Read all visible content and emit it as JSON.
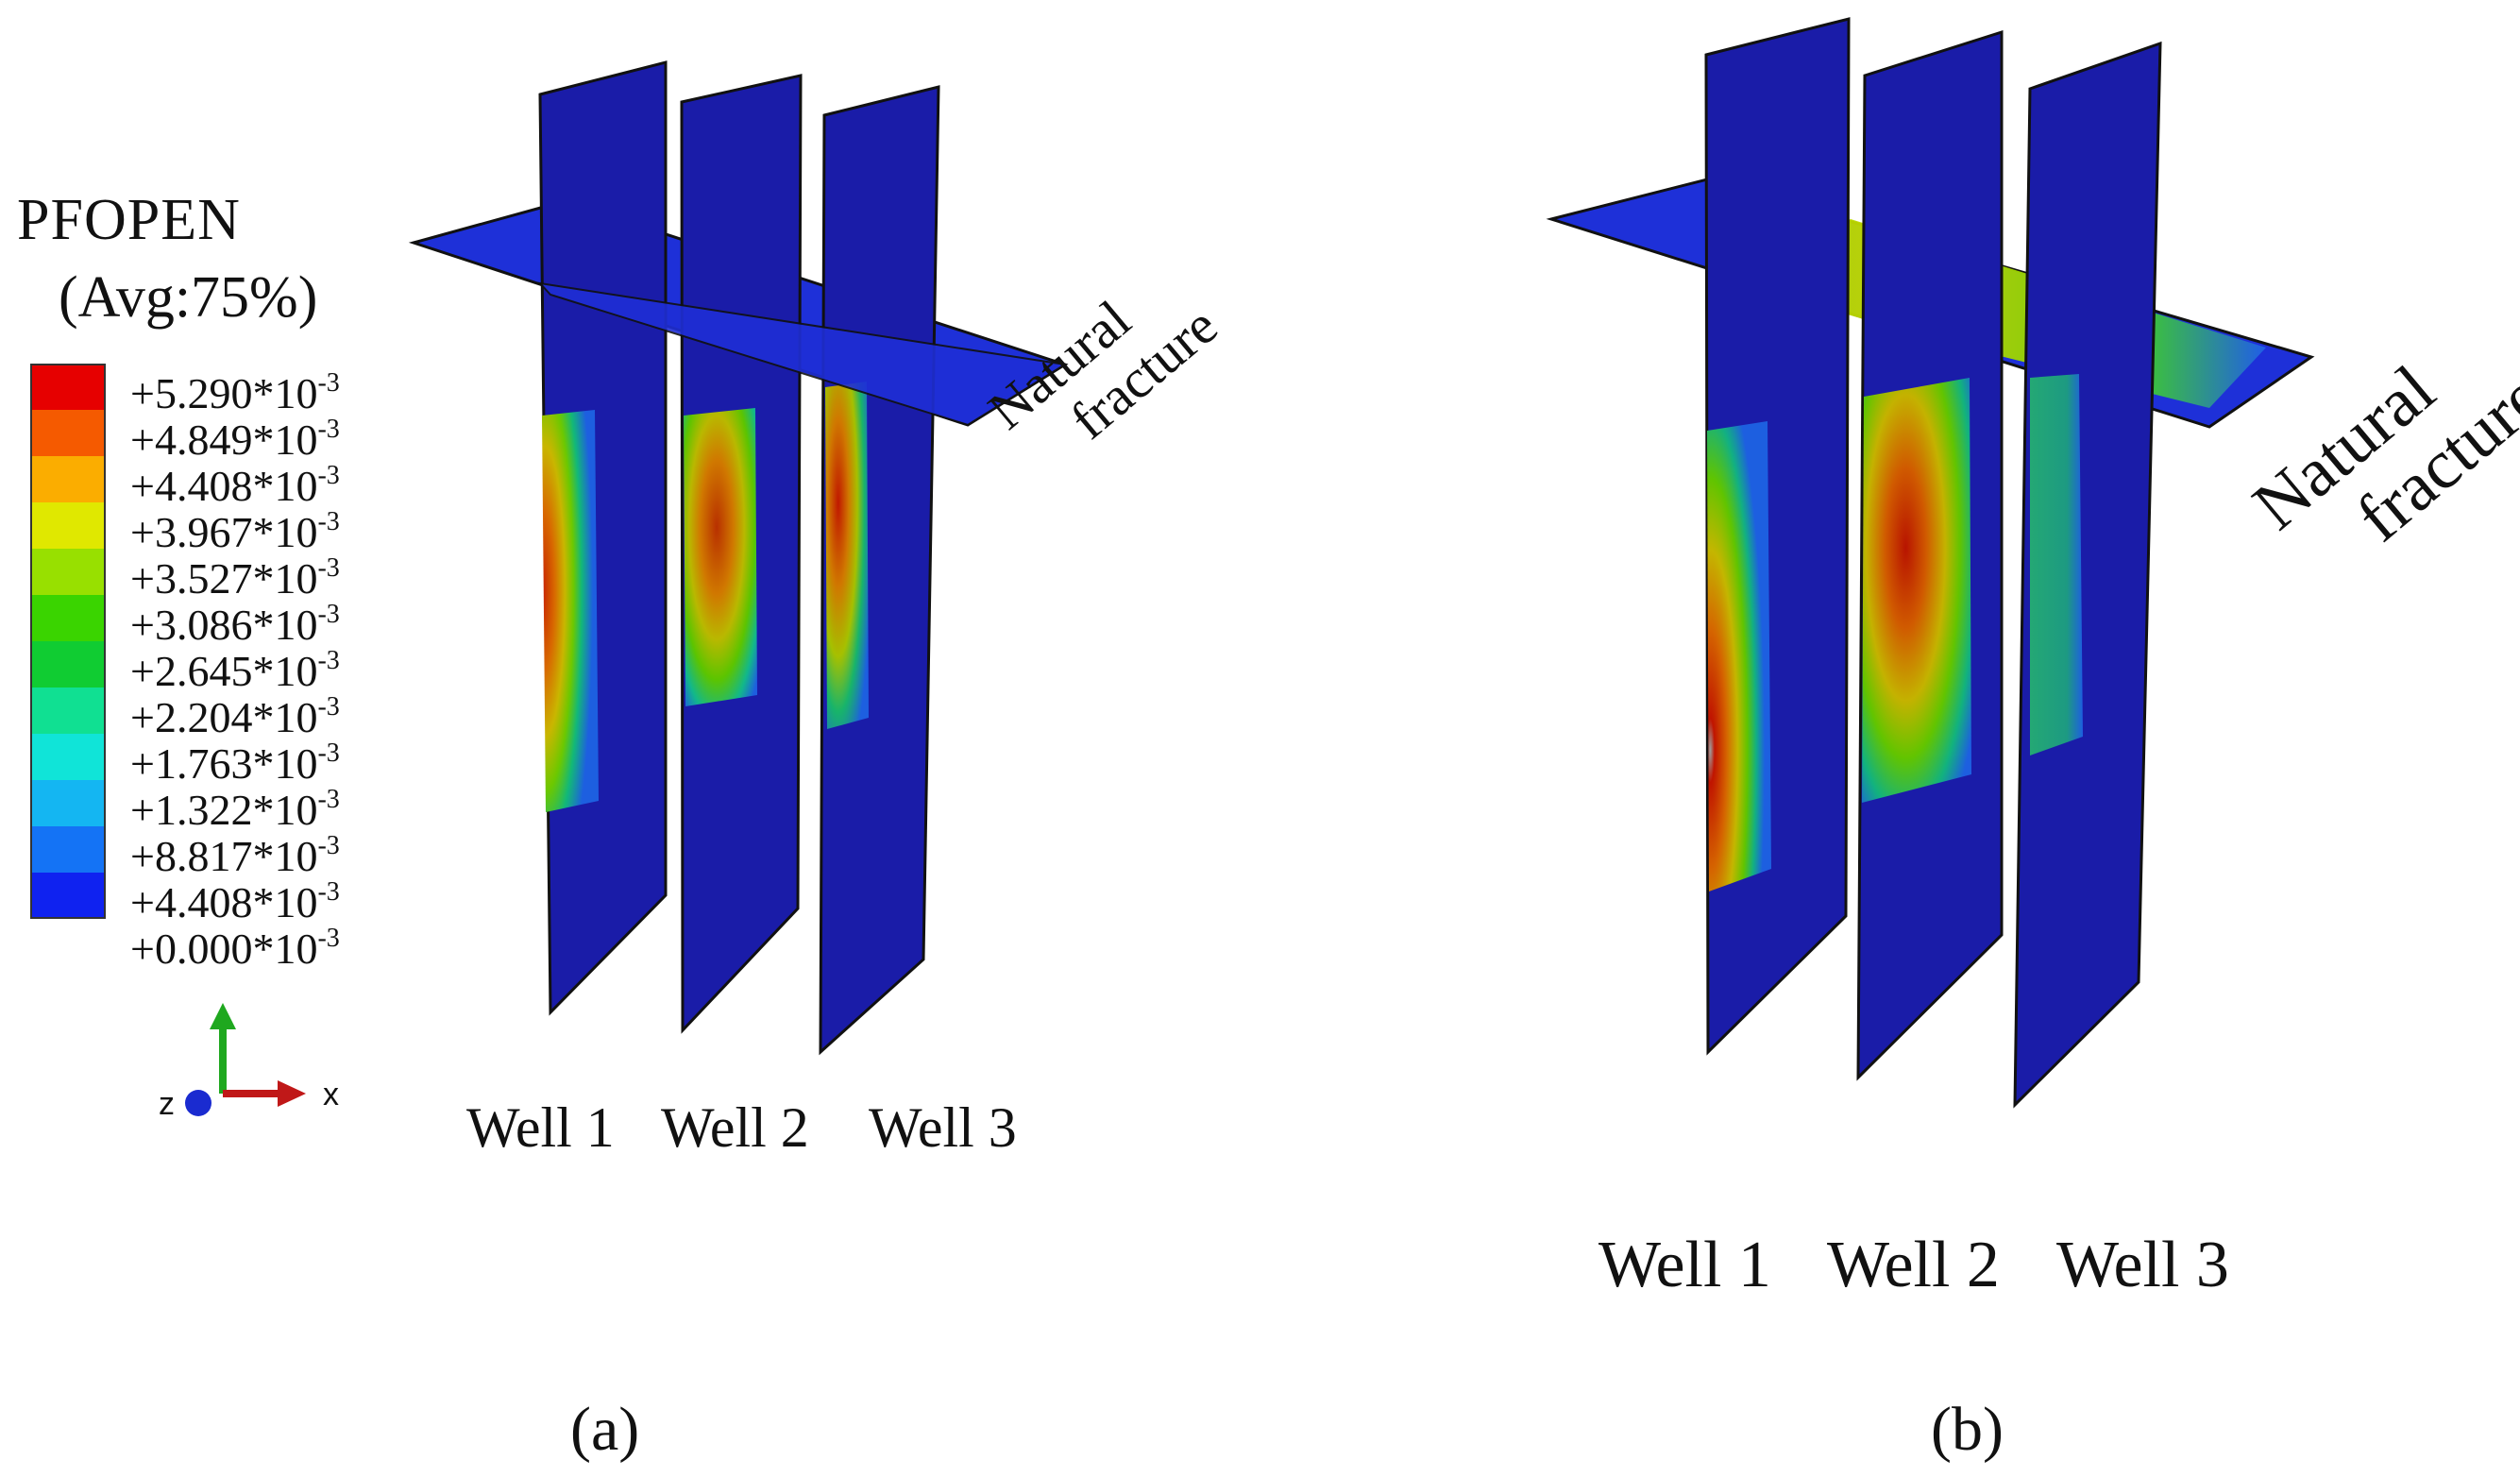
{
  "legend": {
    "title": "PFOPEN",
    "subtitle": "(Avg:75%)",
    "colors": [
      "#e60000",
      "#f55a00",
      "#fbad00",
      "#e0e800",
      "#98e000",
      "#3ad400",
      "#10cc32",
      "#10e092",
      "#10e4d8",
      "#14b6f2",
      "#1473f5",
      "#0f22f0"
    ],
    "ticks": [
      {
        "mantissa": "+5.290*10",
        "exp": "-3"
      },
      {
        "mantissa": "+4.849*10",
        "exp": "-3"
      },
      {
        "mantissa": "+4.408*10",
        "exp": "-3"
      },
      {
        "mantissa": "+3.967*10",
        "exp": "-3"
      },
      {
        "mantissa": "+3.527*10",
        "exp": "-3"
      },
      {
        "mantissa": "+3.086*10",
        "exp": "-3"
      },
      {
        "mantissa": "+2.645*10",
        "exp": "-3"
      },
      {
        "mantissa": "+2.204*10",
        "exp": "-3"
      },
      {
        "mantissa": "+1.763*10",
        "exp": "-3"
      },
      {
        "mantissa": "+1.322*10",
        "exp": "-3"
      },
      {
        "mantissa": "+8.817*10",
        "exp": "-3"
      },
      {
        "mantissa": "+4.408*10",
        "exp": "-3"
      },
      {
        "mantissa": "+0.000*10",
        "exp": "-3"
      }
    ]
  },
  "axes": {
    "x_label": "x",
    "z_label": "z"
  },
  "panel_a": {
    "wells": [
      "Well 1",
      "Well 2",
      "Well 3"
    ],
    "natural_fracture": [
      "Natural",
      "fracture"
    ],
    "label": "(a)"
  },
  "panel_b": {
    "wells": [
      "Well 1",
      "Well 2",
      "Well 3"
    ],
    "natural_fracture": [
      "Natural",
      "fracture"
    ],
    "label": "(b)"
  },
  "colors": {
    "background_blue": "#1a1ca8",
    "plane_blue": "#1f2ed6",
    "edge": "#111111"
  }
}
